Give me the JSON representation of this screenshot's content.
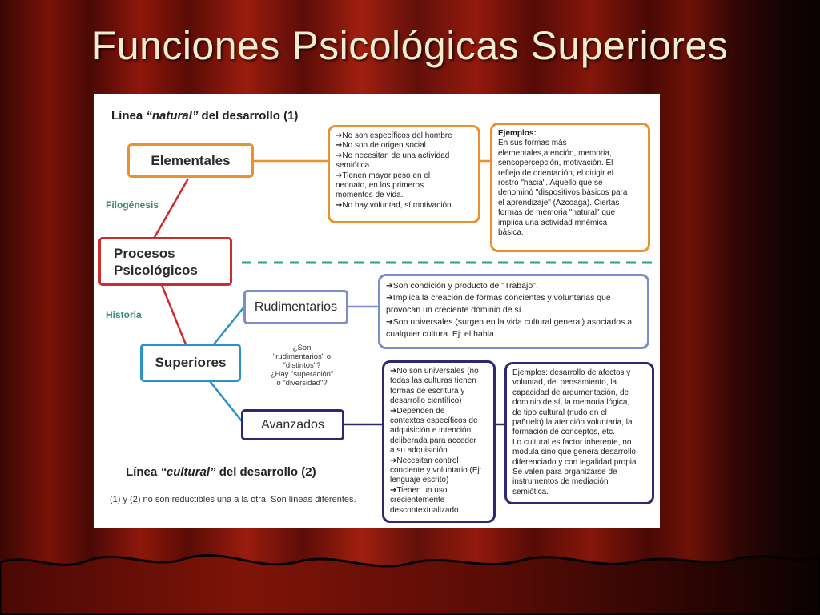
{
  "slide": {
    "title": "Funciones Psicológicas Superiores"
  },
  "diagram": {
    "natural_line": {
      "prefix": "Línea ",
      "emph": "“natural”",
      "suffix": " del desarrollo (1)"
    },
    "cultural_line": {
      "prefix": "Línea ",
      "emph": "“cultural”",
      "suffix": " del desarrollo (2)"
    },
    "footnote": "(1) y (2) no son reductibles una a la otra. Son líneas diferentes.",
    "labels": {
      "filogenesis": "Filogénesis",
      "historia": "Historia"
    },
    "nodes": {
      "elementales": "Elementales",
      "procesos_1": "Procesos",
      "procesos_2": "Psicológicos",
      "rudimentarios": "Rudimentarios",
      "superiores": "Superiores",
      "avanzados": "Avanzados"
    },
    "question": [
      "¿Son",
      "\"rudimentarios\" o",
      "\"distintos\"?",
      "¿Hay \"superación\"",
      "o \"diversidad\"?"
    ],
    "elementales_info": [
      "➔No son específicos del hombre",
      "➔No son de origen social.",
      "➔No necesitan de una actividad",
      "semiótica.",
      "➔Tienen mayor peso en el",
      "neonato, en los primeros",
      "momentos de vida.",
      "➔No hay voluntad, sí motivación."
    ],
    "elementales_examples": [
      "Ejemplos:",
      "En sus formas más",
      "elementales,atención, memoria,",
      "sensopercepción, motivación. El",
      "reflejo de orientación, el dirigir el",
      "rostro \"hacia\". Aquello que se",
      "denominó \"dispositivos básicos para",
      "el aprendizaje\" (Azcoaga). Ciertas",
      "formas de memoria \"natural\" que",
      "implica una actividad mnémica",
      "básica."
    ],
    "rudimentarios_info": [
      "➔Son condición y producto de \"Trabajo\".",
      "➔Implica la creación de formas concientes y voluntarias que",
      "provocan un creciente dominio de sí.",
      "➔Son universales (surgen en la vida cultural general) asociados a",
      "cualquier cultura. Ej: el habla."
    ],
    "avanzados_info": [
      "➔No son universales (no",
      "todas las culturas tienen",
      "formas de escritura y",
      "desarrollo científico)",
      "➔Dependen de",
      "contextos específicos de",
      "adquisición e intención",
      "deliberada para acceder",
      "a su adquisición.",
      "➔Necesitan control",
      "conciente y voluntario (Ej:",
      "lenguaje escrito)",
      "➔Tienen un uso",
      "crecientemente",
      "descontextualizado."
    ],
    "avanzados_examples": [
      "Ejemplos: desarrollo de afectos y",
      "voluntad, del pensamiento, la",
      "capacidad de argumentación, de",
      "dominio de sí, la memoria lógica,",
      "de tipo cultural (nudo en el",
      "pañuelo) la atención voluntaria, la",
      "formación de conceptos, etc.",
      "Lo cultural es factor inherente, no",
      "modula sino que genera desarrollo",
      "diferenciado y con legalidad propia.",
      "Se valen para organizarse de",
      "instrumentos de mediación",
      "semiótica."
    ],
    "colors": {
      "orange": "#e8912e",
      "red": "#cc2c2c",
      "blue": "#7a8ec8",
      "lightblue": "#2a92c9",
      "navy": "#2b2a6e",
      "teal": "#3a9a8a",
      "green_label": "#3a8a7a"
    }
  }
}
